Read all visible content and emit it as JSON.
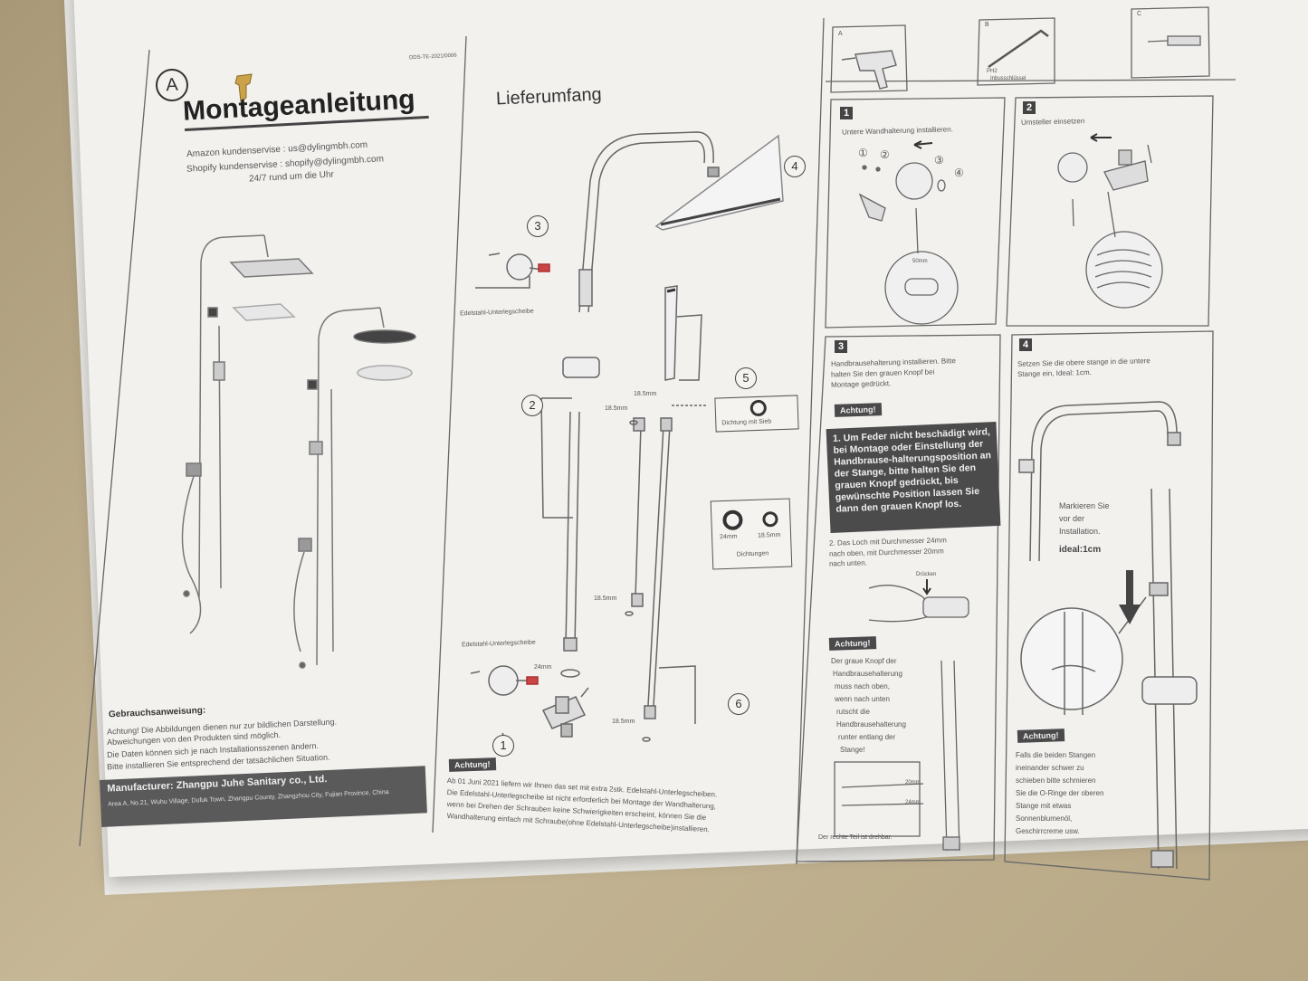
{
  "panel_a": {
    "badge": "A",
    "code": "DDS-TE-2021/0006",
    "title": "Montageanleitung",
    "support_1": "Amazon kundenservise : us@dylingmbh.com",
    "support_2": "Shopify kundenservise : shopify@dylingmbh.com",
    "support_3": "24/7 rund um die Uhr",
    "usage_title": "Gebrauchsanweisung:",
    "usage_1": "Achtung! Die Abbildungen dienen nur zur bildlichen Darstellung.",
    "usage_2": "Abweichungen von den Produkten sind möglich.",
    "usage_3": "Die Daten können sich je nach Installationsszenen ändern.",
    "usage_4": "Bitte installieren Sie entsprechend der tatsächlichen Situation.",
    "manufacturer": "Manufacturer: Zhangpu Juhe Sanitary co., Ltd.",
    "address": "Area A, No.21, Wuhu Village, Dufuk Town, Zhangpu County, Zhangzhou City, Fujian Province, China"
  },
  "panel_b": {
    "title": "Lieferumfang",
    "label_washer_top": "Edelstahl-Unterlegscheibe",
    "label_washer_bottom": "Edelstahl-Unterlegscheibe",
    "label_seal_sieve": "Dichtung mit Sieb",
    "label_24mm": "24mm",
    "label_185mm": "18.5mm",
    "label_dichtungen": "Dichtungen",
    "dim_a": "18.5mm",
    "dim_b": "18.5mm",
    "dim_c": "18.5mm",
    "dim_d": "18.5mm",
    "dim_e": "24mm",
    "n1": "1",
    "n2": "2",
    "n3": "3",
    "n4": "4",
    "n5": "5",
    "n6": "6",
    "achtung": "Achtung!",
    "note_1": "Ab 01 Juni 2021 liefern wir Ihnen das set mit extra 2stk. Edelstahl-Unterlegscheiben.",
    "note_2": "Die Edelstahl-Unterlegscheibe ist nicht erforderlich bei Montage der Wandhalterung,",
    "note_3": "wenn bei Drehen der Schrauben keine Schwierigkeiten erscheint, können Sie die",
    "note_4": "Wandhalterung einfach mit Schraube(ohne Edelstahl-Unterlegscheibe)installieren."
  },
  "tools": {
    "a": "A",
    "b": "B",
    "c": "C",
    "b_label_1": "PH2",
    "b_label_2": "Inbusschlüssel"
  },
  "step1": {
    "num": "1",
    "text": "Untere Wandhalterung installieren.",
    "c1": "①",
    "c2": "②",
    "c3": "③",
    "c4": "④",
    "dim": "50mm"
  },
  "step2": {
    "num": "2",
    "text": "Umsteller einsetzen"
  },
  "step3": {
    "num": "3",
    "text_1": "Handbrausehalterung installieren. Bitte",
    "text_2": "halten Sie den grauen Knopf bei",
    "text_3": "Montage gedrückt.",
    "achtung": "Achtung!",
    "warn": "1. Um Feder nicht beschädigt wird, bei Montage oder Einstellung der Handbrause-halterungsposition an der Stange, bitte halten Sie den grauen Knopf gedrückt, bis gewünschte Position lassen Sie dann den grauen Knopf los.",
    "hole_1": "2. Das Loch mit Durchmesser 24mm",
    "hole_2": "nach oben, mit Durchmesser 20mm",
    "hole_3": "nach unten.",
    "druecken": "Drücken",
    "achtung_2": "Achtung!",
    "k1": "Der graue Knopf der",
    "k2": "Handbrausehalterung",
    "k3": "muss nach oben,",
    "k4": "wenn nach unten",
    "k5": "rutscht die",
    "k6": "Handbrausehalterung",
    "k7": "runter entlang der",
    "k8": "Stange!",
    "d20": "20mm",
    "d24": "24mm",
    "rotatable": "Der rechte Teil ist drehbar."
  },
  "step4": {
    "num": "4",
    "text_1": "Setzen Sie die obere stange in die untere",
    "text_2": "Stange ein, Ideal: 1cm.",
    "mark_1": "Markieren Sie",
    "mark_2": "vor der",
    "mark_3": "Installation.",
    "ideal": "ideal:1cm",
    "achtung": "Achtung!",
    "n1": "Falls die beiden Stangen",
    "n2": "ineinander schwer zu",
    "n3": "schieben bitte schmieren",
    "n4": "Sie die O-Ringe der oberen",
    "n5": "Stange mit etwas",
    "n6": "Sonnenblumenöl,",
    "n7": "Geschirrcreme usw."
  }
}
